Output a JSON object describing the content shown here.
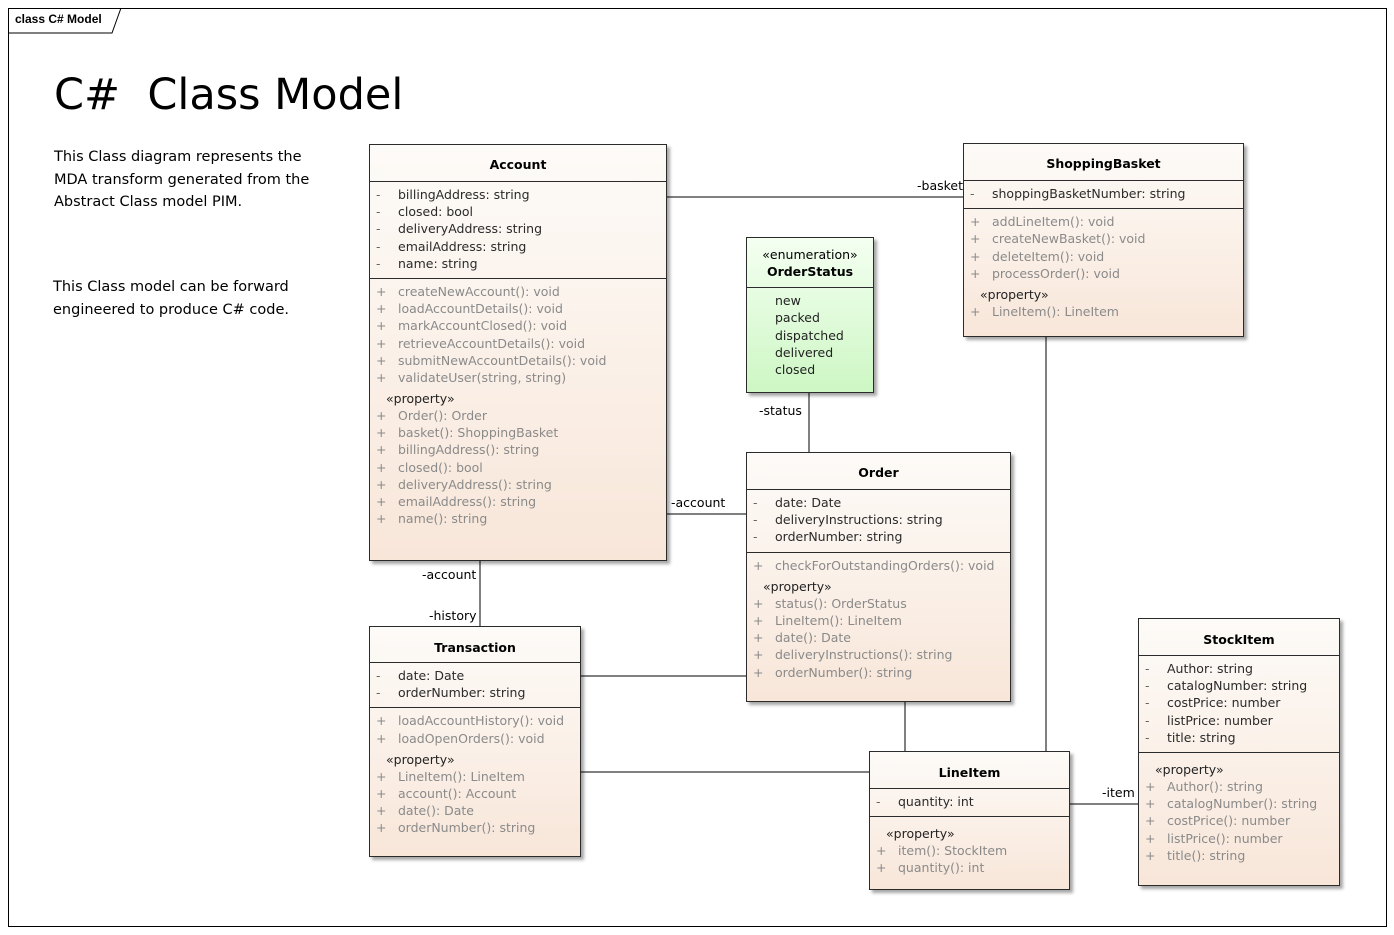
{
  "frame_label": "class C# Model",
  "title": "C#  Class Model",
  "notes": {
    "note1": "This Class diagram represents the MDA transform generated from the Abstract Class model PIM.",
    "note2": "This Class model can be forward engineered to produce C# code."
  },
  "classes": {
    "account": {
      "name": "Account",
      "attributes": [
        {
          "vis": "-",
          "text": "billingAddress: string"
        },
        {
          "vis": "-",
          "text": "closed: bool"
        },
        {
          "vis": "-",
          "text": "deliveryAddress: string"
        },
        {
          "vis": "-",
          "text": "emailAddress: string"
        },
        {
          "vis": "-",
          "text": "name: string"
        }
      ],
      "operations": [
        {
          "vis": "+",
          "text": "createNewAccount(): void"
        },
        {
          "vis": "+",
          "text": "loadAccountDetails(): void"
        },
        {
          "vis": "+",
          "text": "markAccountClosed(): void"
        },
        {
          "vis": "+",
          "text": "retrieveAccountDetails(): void"
        },
        {
          "vis": "+",
          "text": "submitNewAccountDetails(): void"
        },
        {
          "vis": "+",
          "text": "validateUser(string, string)"
        }
      ],
      "property_label": "«property»",
      "properties": [
        {
          "vis": "+",
          "text": "Order(): Order"
        },
        {
          "vis": "+",
          "text": "basket(): ShoppingBasket"
        },
        {
          "vis": "+",
          "text": "billingAddress(): string"
        },
        {
          "vis": "+",
          "text": "closed(): bool"
        },
        {
          "vis": "+",
          "text": "deliveryAddress(): string"
        },
        {
          "vis": "+",
          "text": "emailAddress(): string"
        },
        {
          "vis": "+",
          "text": "name(): string"
        }
      ]
    },
    "shoppingbasket": {
      "name": "ShoppingBasket",
      "attributes": [
        {
          "vis": "-",
          "text": "shoppingBasketNumber: string"
        }
      ],
      "operations": [
        {
          "vis": "+",
          "text": "addLineItem(): void"
        },
        {
          "vis": "+",
          "text": "createNewBasket(): void"
        },
        {
          "vis": "+",
          "text": "deleteItem(): void"
        },
        {
          "vis": "+",
          "text": "processOrder(): void"
        }
      ],
      "property_label": "«property»",
      "properties": [
        {
          "vis": "+",
          "text": "LineItem(): LineItem"
        }
      ]
    },
    "orderstatus": {
      "stereotype": "«enumeration»",
      "name": "OrderStatus",
      "literals": [
        "new",
        "packed",
        "dispatched",
        "delivered",
        "closed"
      ]
    },
    "order": {
      "name": "Order",
      "attributes": [
        {
          "vis": "-",
          "text": "date: Date"
        },
        {
          "vis": "-",
          "text": "deliveryInstructions: string"
        },
        {
          "vis": "-",
          "text": "orderNumber: string"
        }
      ],
      "operations": [
        {
          "vis": "+",
          "text": "checkForOutstandingOrders(): void"
        }
      ],
      "property_label": "«property»",
      "properties": [
        {
          "vis": "+",
          "text": "status(): OrderStatus"
        },
        {
          "vis": "+",
          "text": "LineItem(): LineItem"
        },
        {
          "vis": "+",
          "text": "date(): Date"
        },
        {
          "vis": "+",
          "text": "deliveryInstructions(): string"
        },
        {
          "vis": "+",
          "text": "orderNumber(): string"
        }
      ]
    },
    "transaction": {
      "name": "Transaction",
      "attributes": [
        {
          "vis": "-",
          "text": "date: Date"
        },
        {
          "vis": "-",
          "text": "orderNumber: string"
        }
      ],
      "operations": [
        {
          "vis": "+",
          "text": "loadAccountHistory(): void"
        },
        {
          "vis": "+",
          "text": "loadOpenOrders(): void"
        }
      ],
      "property_label": "«property»",
      "properties": [
        {
          "vis": "+",
          "text": "LineItem(): LineItem"
        },
        {
          "vis": "+",
          "text": "account(): Account"
        },
        {
          "vis": "+",
          "text": "date(): Date"
        },
        {
          "vis": "+",
          "text": "orderNumber(): string"
        }
      ]
    },
    "lineitem": {
      "name": "LineItem",
      "attributes": [
        {
          "vis": "-",
          "text": "quantity: int"
        }
      ],
      "property_label": "«property»",
      "properties": [
        {
          "vis": "+",
          "text": "item(): StockItem"
        },
        {
          "vis": "+",
          "text": "quantity(): int"
        }
      ]
    },
    "stockitem": {
      "name": "StockItem",
      "attributes": [
        {
          "vis": "-",
          "text": "Author: string"
        },
        {
          "vis": "-",
          "text": "catalogNumber: string"
        },
        {
          "vis": "-",
          "text": "costPrice: number"
        },
        {
          "vis": "-",
          "text": "listPrice: number"
        },
        {
          "vis": "-",
          "text": "title: string"
        }
      ],
      "property_label": "«property»",
      "properties": [
        {
          "vis": "+",
          "text": "Author(): string"
        },
        {
          "vis": "+",
          "text": "catalogNumber(): string"
        },
        {
          "vis": "+",
          "text": "costPrice(): number"
        },
        {
          "vis": "+",
          "text": "listPrice(): number"
        },
        {
          "vis": "+",
          "text": "title(): string"
        }
      ]
    }
  },
  "roles": {
    "basket": "-basket",
    "status": "-status",
    "order_account": "-account",
    "trans_account": "-account",
    "history": "-history",
    "item": "-item"
  }
}
